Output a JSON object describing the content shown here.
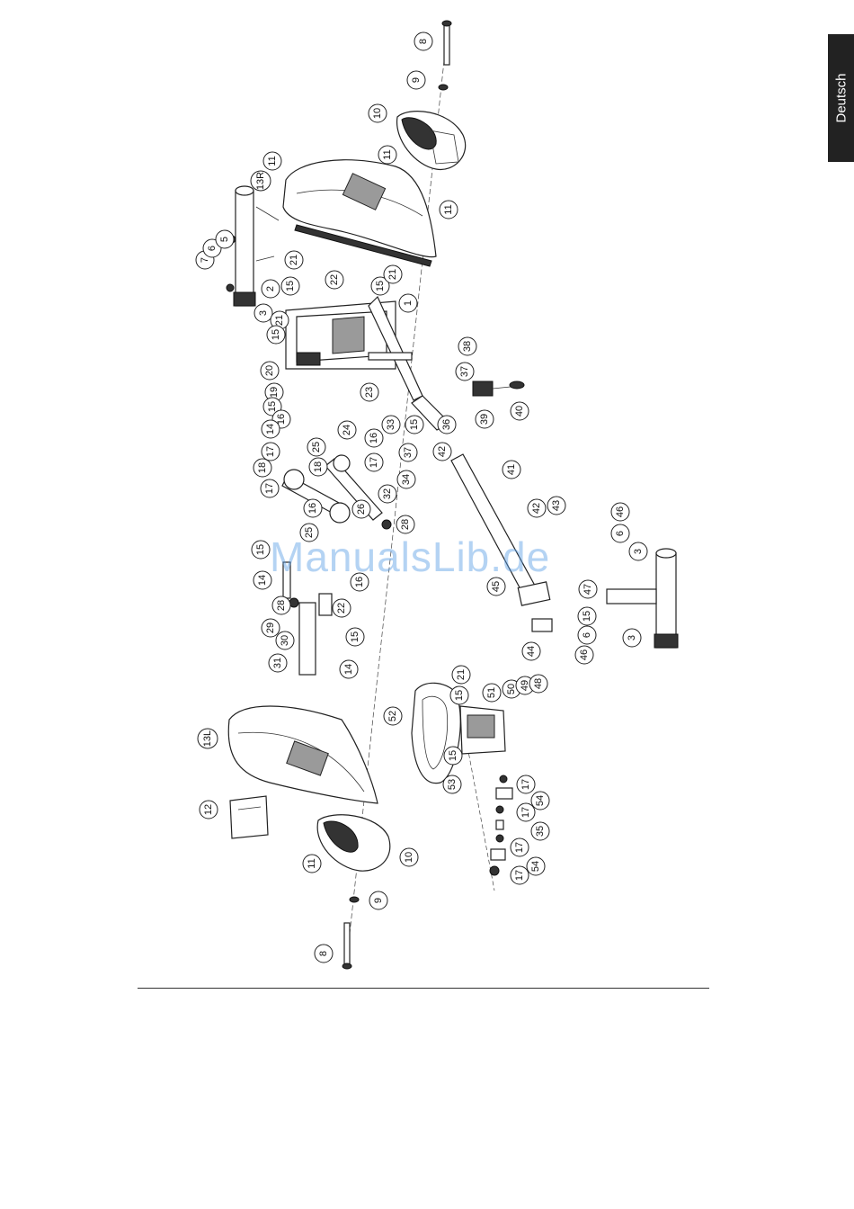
{
  "side_tab": {
    "label": "Deutsch"
  },
  "watermark": {
    "text": "ManualsLib.de"
  },
  "callouts": [
    {
      "label": "8"
    },
    {
      "label": "9"
    },
    {
      "label": "10"
    },
    {
      "label": "11"
    },
    {
      "label": "11"
    },
    {
      "label": "11"
    },
    {
      "label": "13R"
    },
    {
      "label": "7"
    },
    {
      "label": "6"
    },
    {
      "label": "5"
    },
    {
      "label": "21"
    },
    {
      "label": "2"
    },
    {
      "label": "15"
    },
    {
      "label": "22"
    },
    {
      "label": "15"
    },
    {
      "label": "21"
    },
    {
      "label": "1"
    },
    {
      "label": "3"
    },
    {
      "label": "21"
    },
    {
      "label": "15"
    },
    {
      "label": "38"
    },
    {
      "label": "37"
    },
    {
      "label": "20"
    },
    {
      "label": "23"
    },
    {
      "label": "19"
    },
    {
      "label": "15"
    },
    {
      "label": "16"
    },
    {
      "label": "33"
    },
    {
      "label": "15"
    },
    {
      "label": "36"
    },
    {
      "label": "39"
    },
    {
      "label": "40"
    },
    {
      "label": "14"
    },
    {
      "label": "24"
    },
    {
      "label": "16"
    },
    {
      "label": "17"
    },
    {
      "label": "25"
    },
    {
      "label": "17"
    },
    {
      "label": "37"
    },
    {
      "label": "42"
    },
    {
      "label": "18"
    },
    {
      "label": "18"
    },
    {
      "label": "34"
    },
    {
      "label": "41"
    },
    {
      "label": "17"
    },
    {
      "label": "16"
    },
    {
      "label": "26"
    },
    {
      "label": "32"
    },
    {
      "label": "28"
    },
    {
      "label": "25"
    },
    {
      "label": "42"
    },
    {
      "label": "43"
    },
    {
      "label": "46"
    },
    {
      "label": "6"
    },
    {
      "label": "3"
    },
    {
      "label": "15"
    },
    {
      "label": "14"
    },
    {
      "label": "28"
    },
    {
      "label": "16"
    },
    {
      "label": "45"
    },
    {
      "label": "47"
    },
    {
      "label": "29"
    },
    {
      "label": "22"
    },
    {
      "label": "30"
    },
    {
      "label": "15"
    },
    {
      "label": "31"
    },
    {
      "label": "14"
    },
    {
      "label": "44"
    },
    {
      "label": "15"
    },
    {
      "label": "6"
    },
    {
      "label": "46"
    },
    {
      "label": "3"
    },
    {
      "label": "21"
    },
    {
      "label": "50"
    },
    {
      "label": "49"
    },
    {
      "label": "48"
    },
    {
      "label": "15"
    },
    {
      "label": "51"
    },
    {
      "label": "52"
    },
    {
      "label": "13L"
    },
    {
      "label": "15"
    },
    {
      "label": "17"
    },
    {
      "label": "53"
    },
    {
      "label": "54"
    },
    {
      "label": "12"
    },
    {
      "label": "17"
    },
    {
      "label": "35"
    },
    {
      "label": "17"
    },
    {
      "label": "10"
    },
    {
      "label": "11"
    },
    {
      "label": "54"
    },
    {
      "label": "17"
    },
    {
      "label": "9"
    },
    {
      "label": "8"
    }
  ]
}
